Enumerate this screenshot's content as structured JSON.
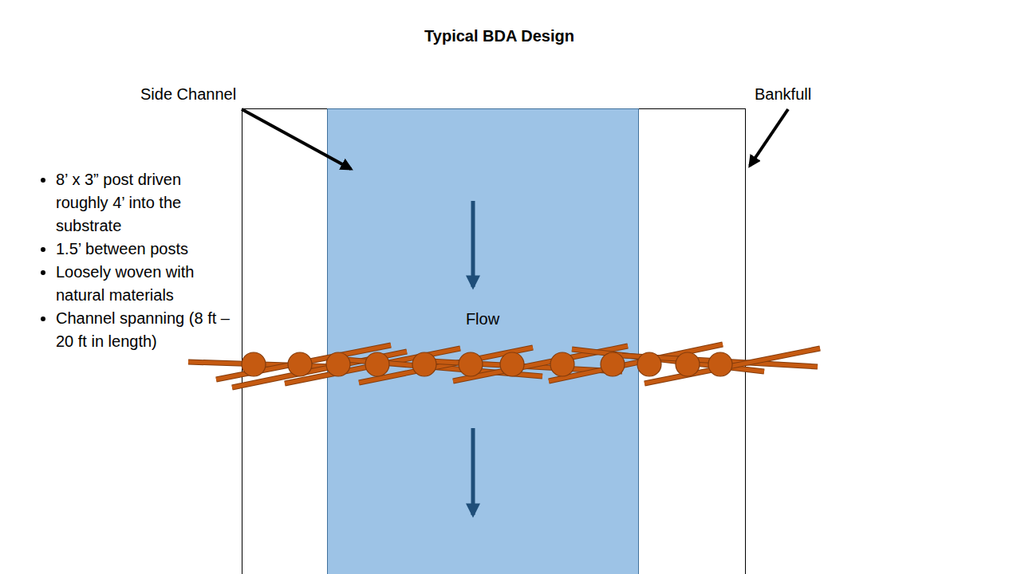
{
  "diagram": {
    "title": "Typical BDA Design",
    "nodes": [
      {
        "text": [
          "Flow"
        ]
      }
    ],
    "labels": [
      "Side Channel",
      "Bankfull",
      "8’ x 3” post driven roughly 4’ into the substrate",
      "1.5’ between posts",
      "Loosely woven with natural materials",
      "Channel spanning (8 ft – 20 ft in length)"
    ]
  }
}
